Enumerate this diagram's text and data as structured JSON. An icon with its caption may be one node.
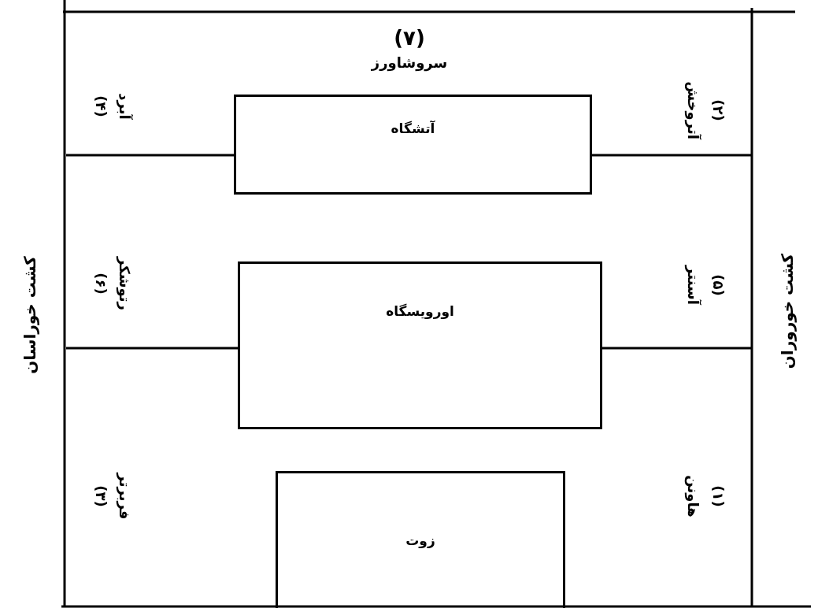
{
  "diagram": {
    "nodes": [
      {
        "text": [
          "آتشگاه"
        ]
      },
      {
        "text": [
          "اورویسگاه"
        ]
      },
      {
        "text": [
          "زوت"
        ]
      }
    ],
    "edges": [],
    "labels": [
      "(۷)",
      "سروشاورز",
      "(۴)",
      "آبرد",
      "(۲)",
      "آتروخش",
      "کشت خوراسان",
      "(۶)",
      "رتوشکر",
      "(۵)",
      "آسنتر",
      "کشت خوروران",
      "(۳)",
      "فربرتر",
      "(۱)",
      "هاونن"
    ]
  }
}
